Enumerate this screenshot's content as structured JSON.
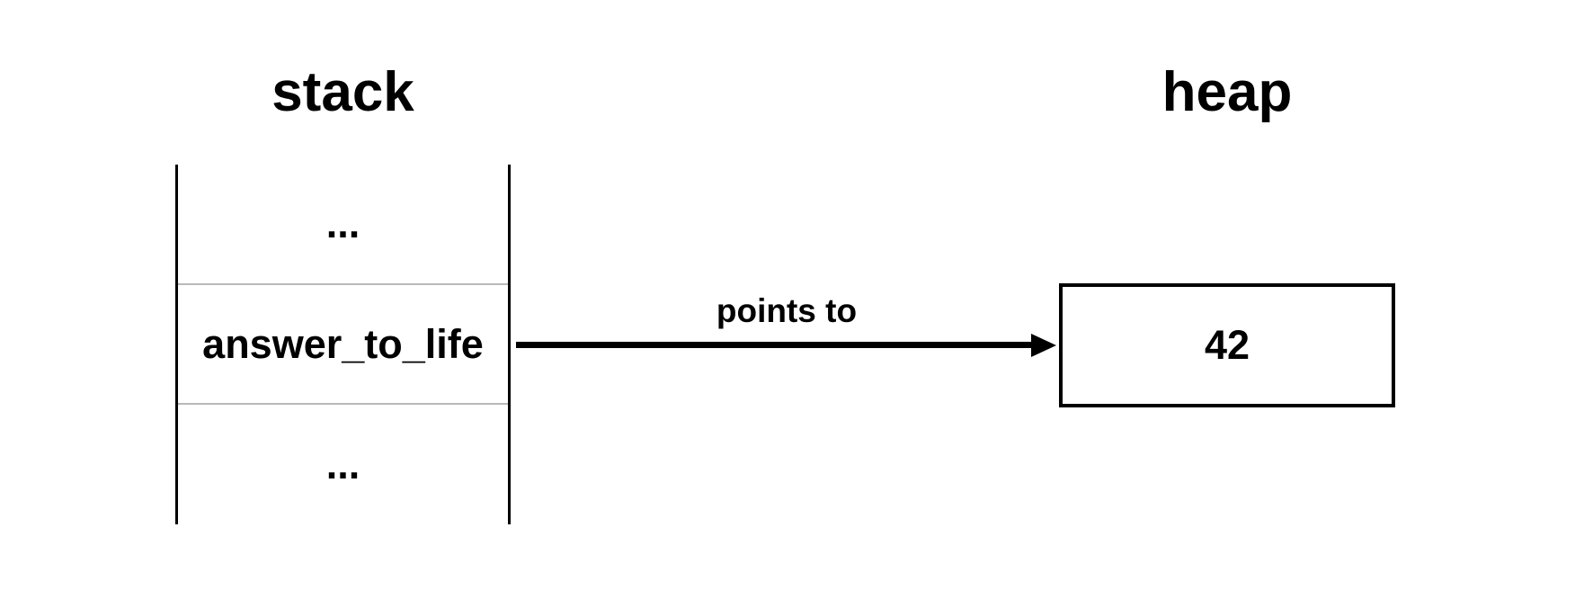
{
  "stack": {
    "title": "stack",
    "cells": [
      {
        "label": "..."
      },
      {
        "label": "answer_to_life"
      },
      {
        "label": "..."
      }
    ]
  },
  "arrow": {
    "label": "points to"
  },
  "heap": {
    "title": "heap",
    "value": "42"
  },
  "colors": {
    "line": "#000000",
    "divider": "#b9b9b9",
    "text": "#000000",
    "background": "#ffffff"
  }
}
